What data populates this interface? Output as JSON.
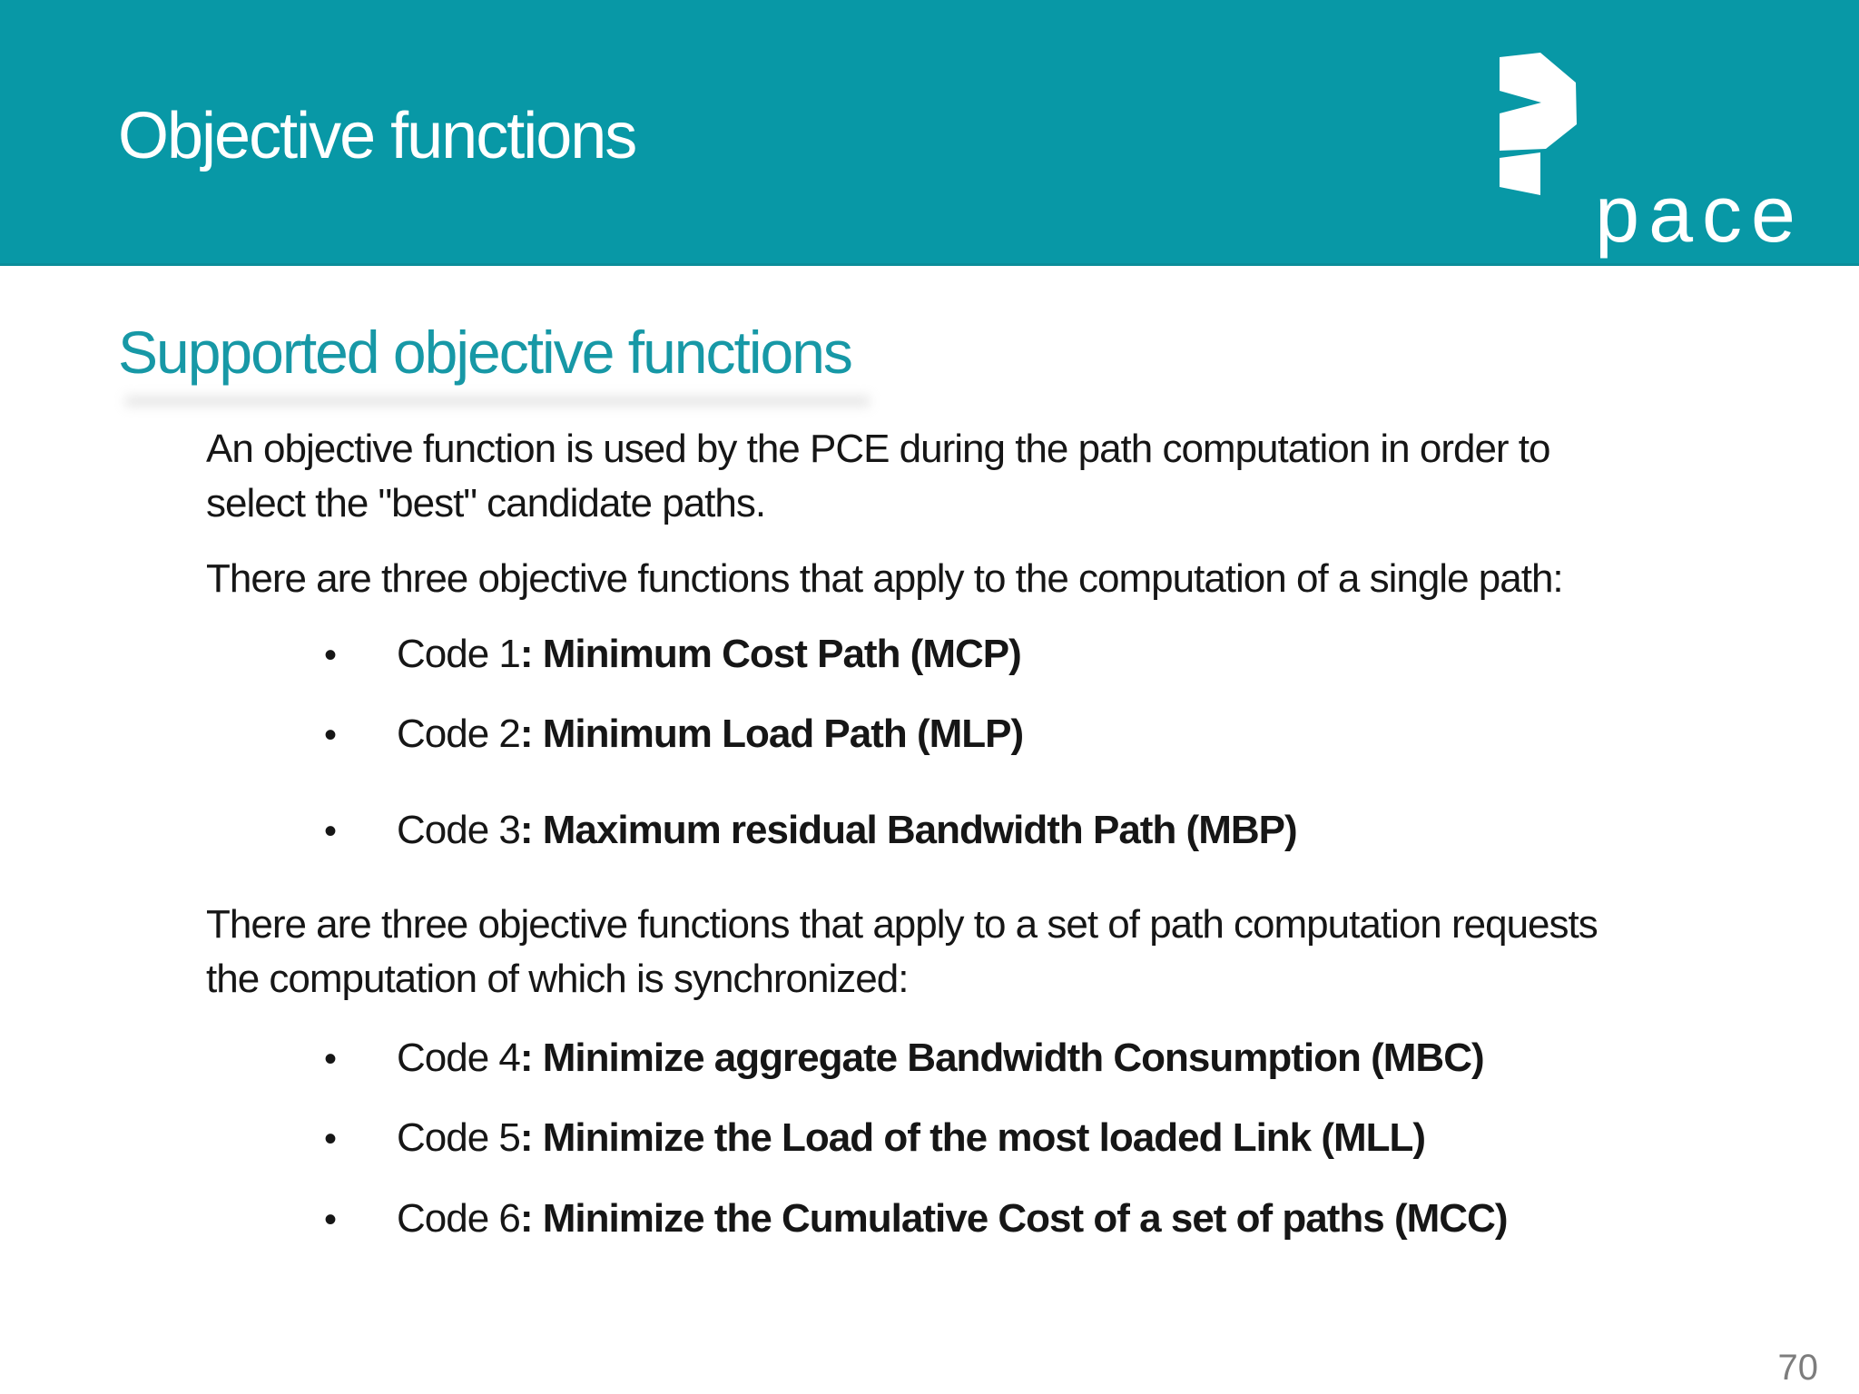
{
  "header": {
    "title": "Objective functions",
    "logo": {
      "symbol": "pace-question-mark-icon",
      "text": "pace"
    }
  },
  "subtitle": "Supported objective functions",
  "body": {
    "bullet_marker": "•",
    "intro_lines": [
      "An objective function is used by the PCE during the path computation in order to",
      "select the \"best\" candidate paths."
    ],
    "single_path_heading": "There are three objective functions that apply to the computation of a single path:",
    "single_path_bullets": [
      {
        "code": "Code 1",
        "name": ": Minimum Cost Path (MCP)"
      },
      {
        "code": "Code 2",
        "name": ": Minimum Load Path (MLP)"
      },
      {
        "code": "Code 3",
        "name": ": Maximum residual Bandwidth Path (MBP)"
      }
    ],
    "synchronized_heading_lines": [
      "There are three objective functions that apply to a set of path computation requests",
      "the computation of which is synchronized:"
    ],
    "synchronized_bullets": [
      {
        "code": "Code 4",
        "name": ": Minimize aggregate Bandwidth Consumption (MBC)"
      },
      {
        "code": "Code 5",
        "name": ": Minimize the Load of the most loaded Link (MLL)"
      },
      {
        "code": "Code 6",
        "name": ": Minimize the Cumulative Cost of a set of paths (MCC)"
      }
    ]
  },
  "footer": {
    "page_number": "70"
  },
  "colors": {
    "header_teal": "#0898a6",
    "header_edge_teal": "#0a8d9a",
    "subtitle_teal": "#1798a6",
    "body_text": "#161616",
    "page_number_gray": "#7d7d7d",
    "logo_white": "#ffffff"
  }
}
